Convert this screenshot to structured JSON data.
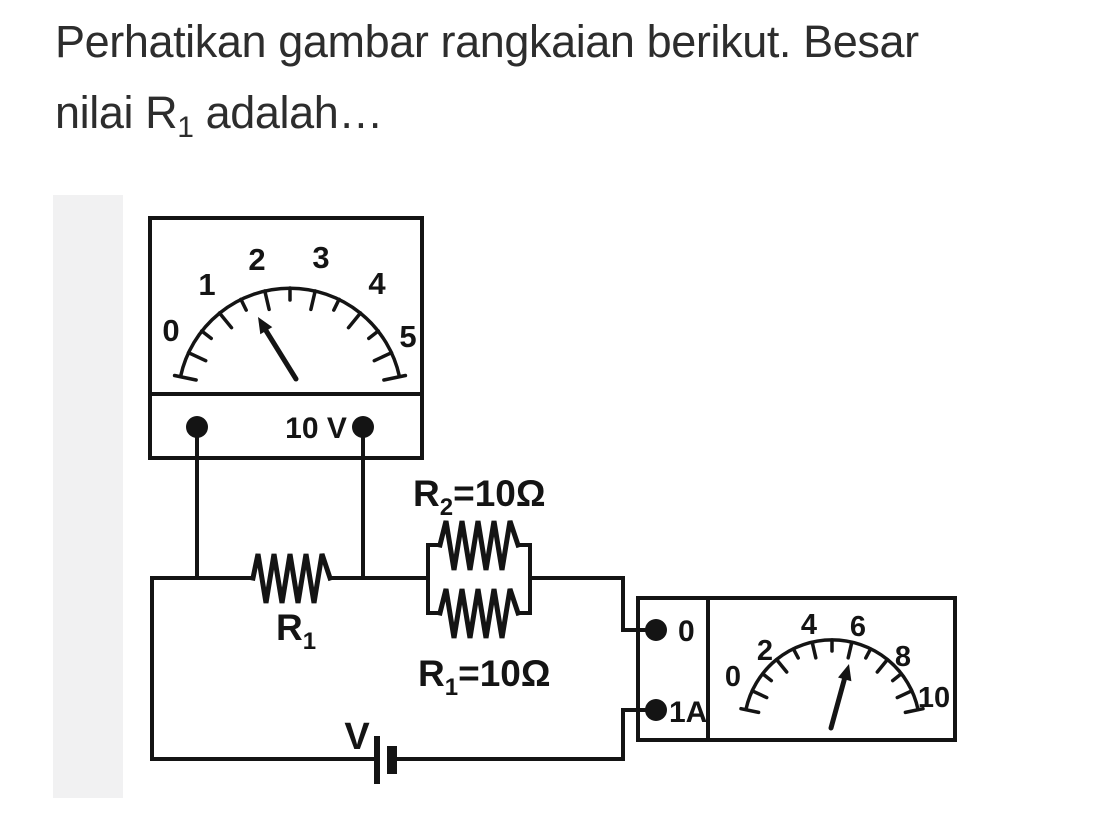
{
  "question": {
    "line1": "Perhatikan gambar rangkaian berikut. Besar",
    "line2_before_sub": "nilai R",
    "line2_sub": "1",
    "line2_after_sub": " adalah…"
  },
  "voltmeter": {
    "scale_labels": [
      "0",
      "1",
      "2",
      "3",
      "4",
      "5"
    ],
    "range_label": "10 V"
  },
  "ammeter": {
    "terminal_top_label": "0",
    "terminal_bottom_label": "1A",
    "scale_labels": [
      "0",
      "2",
      "4",
      "6",
      "8",
      "10"
    ]
  },
  "resistors": {
    "series": {
      "symbol": "R",
      "sub": "1"
    },
    "parallel_top": {
      "symbol": "R",
      "sub": "2",
      "value": "=10Ω"
    },
    "parallel_bottom": {
      "symbol": "R",
      "sub": "1",
      "value": "=10Ω"
    }
  },
  "battery": {
    "label": "V"
  },
  "colors": {
    "ink": "#141414",
    "question_text": "#2d2d2d",
    "side_strip": "#f1f1f2",
    "background": "#ffffff"
  }
}
